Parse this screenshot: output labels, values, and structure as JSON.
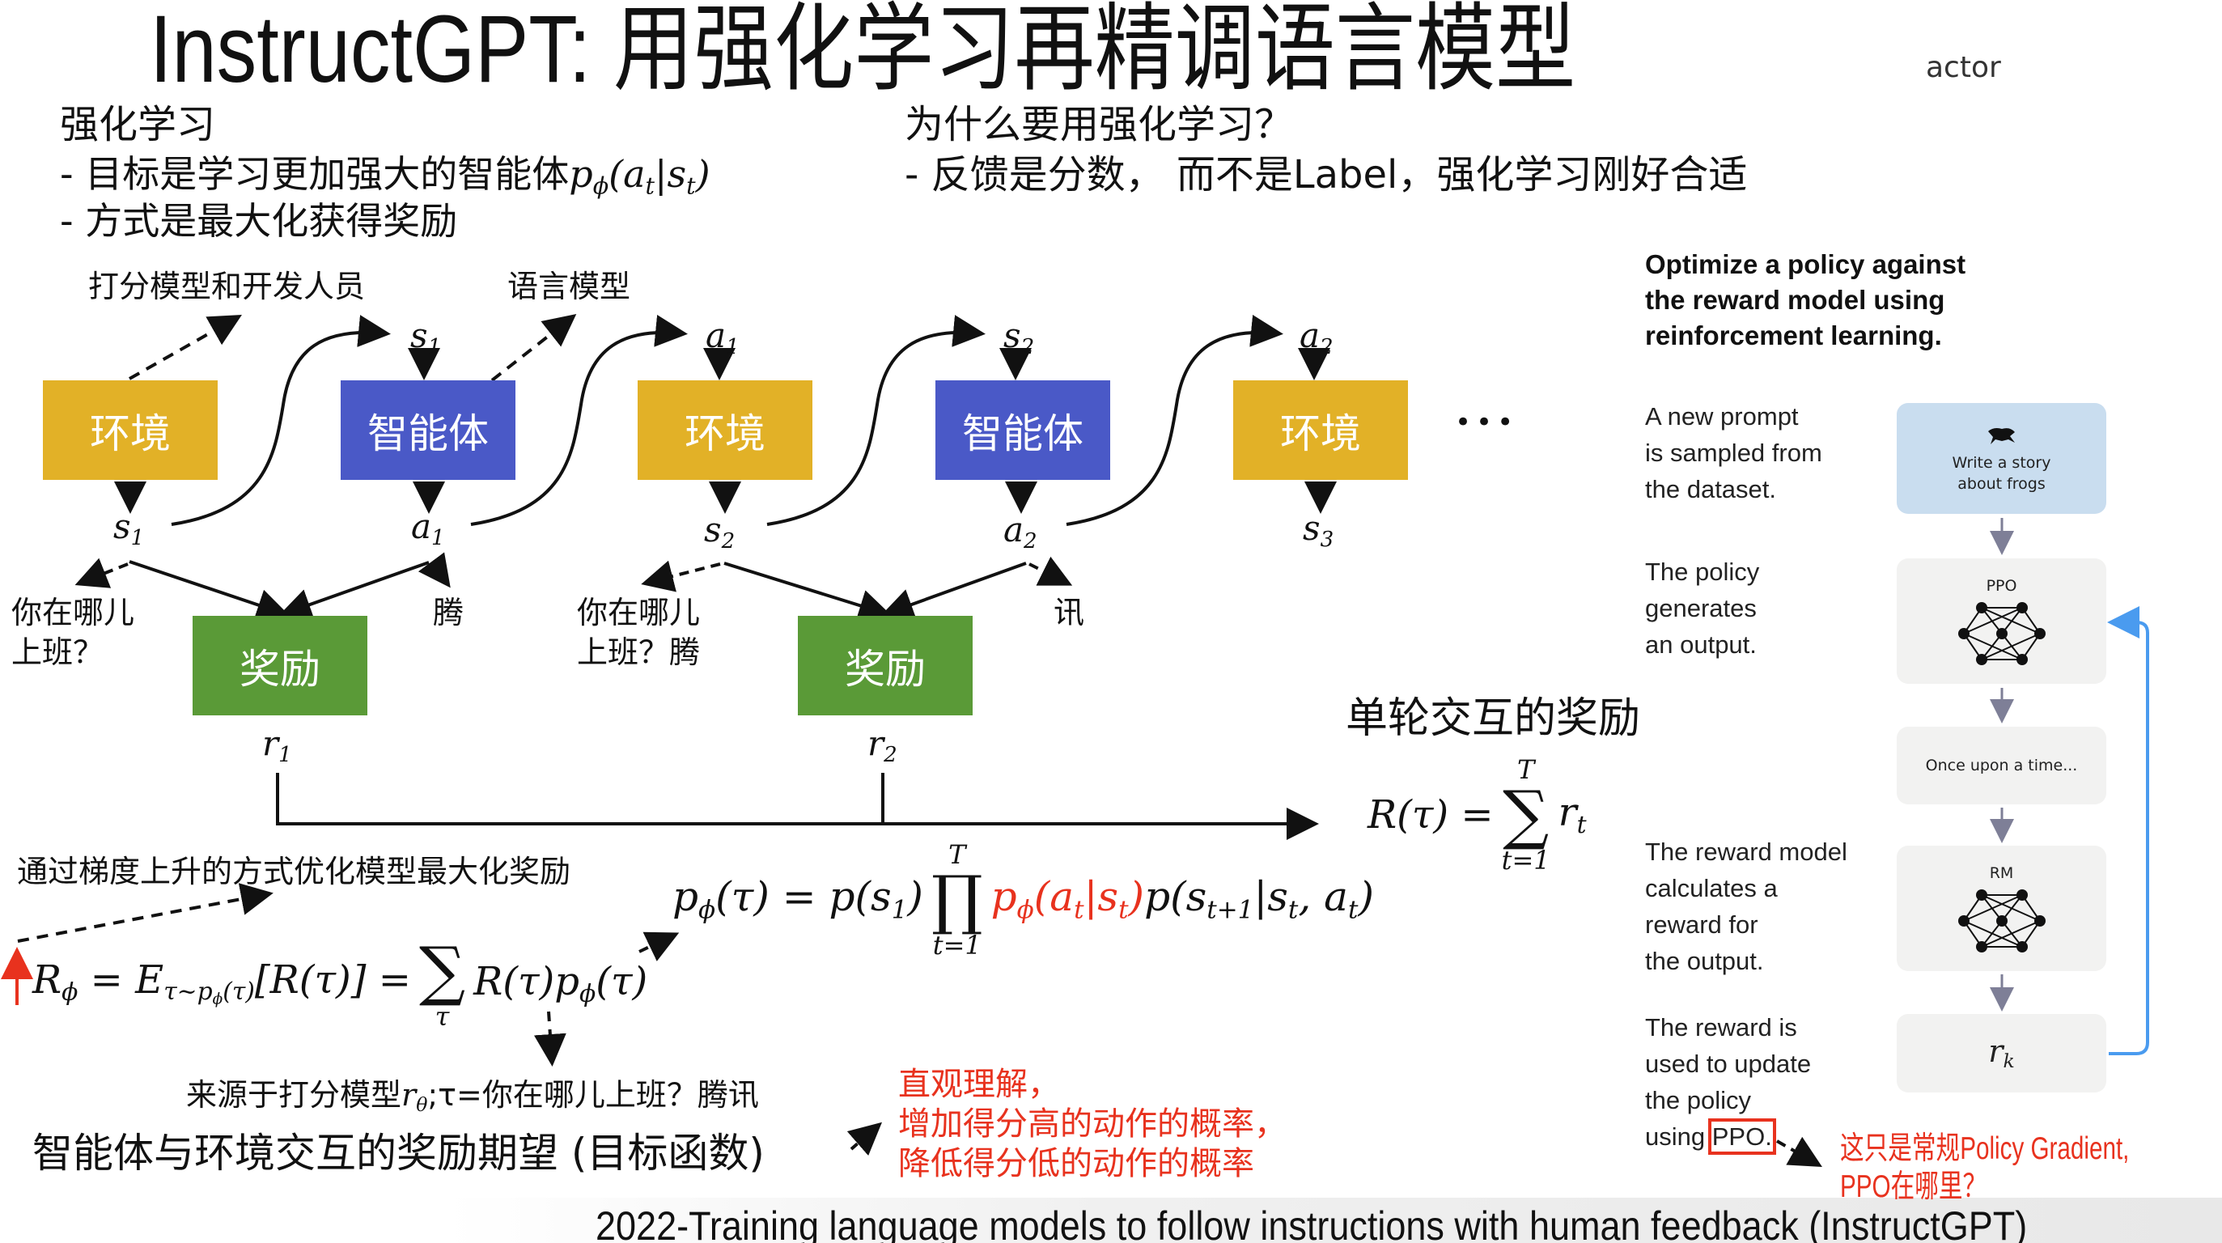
{
  "title": {
    "main": "InstructGPT: 用强化学习再精调语言模型",
    "corner": "actor"
  },
  "left_intro": {
    "heading": "强化学习",
    "bullet1_prefix": "-   目标是学习更加强大的智能体",
    "bullet1_math": {
      "p": "p",
      "sub": "ϕ",
      "open": "(",
      "a": "a",
      "a_sub": "t",
      "bar": "|",
      "s": "s",
      "s_sub": "t",
      "close": ")"
    },
    "bullet2": "-   方式是最大化获得奖励"
  },
  "right_intro": {
    "heading": "为什么要用强化学习？",
    "bullet": "- 反馈是分数， 而不是Label，强化学习刚好合适"
  },
  "diagram": {
    "annot_scorer": "打分模型和开发人员",
    "annot_lm": "语言模型",
    "boxes": [
      {
        "label": "环境",
        "kind": "env"
      },
      {
        "label": "智能体",
        "kind": "agent"
      },
      {
        "label": "环境",
        "kind": "env"
      },
      {
        "label": "智能体",
        "kind": "agent"
      },
      {
        "label": "环境",
        "kind": "env"
      }
    ],
    "top_labels": [
      {
        "v": "s",
        "sub": "1"
      },
      {
        "v": "a",
        "sub": "1"
      },
      {
        "v": "s",
        "sub": "2"
      },
      {
        "v": "a",
        "sub": "2"
      }
    ],
    "bottom_labels": [
      {
        "v": "s",
        "sub": "1"
      },
      {
        "v": "a",
        "sub": "1"
      },
      {
        "v": "s",
        "sub": "2"
      },
      {
        "v": "a",
        "sub": "2"
      },
      {
        "v": "s",
        "sub": "3"
      }
    ],
    "ellipsis": "•••",
    "rewards": [
      {
        "label": "奖励",
        "r": "r",
        "sub": "1"
      },
      {
        "label": "奖励",
        "r": "r",
        "sub": "2"
      }
    ],
    "examples": {
      "q1_line1": "你在哪儿",
      "q1_line2": "上班？",
      "w1": "腾",
      "q2_line1": "你在哪儿",
      "q2_line2": "上班？腾",
      "w2": "讯"
    },
    "single_round_label": "单轮交互的奖励",
    "return_formula": {
      "lhs": "R(τ) =",
      "sum_top": "T",
      "sum": "∑",
      "sum_bottom": "t=1",
      "r": "r",
      "r_sub": "t"
    }
  },
  "formulas": {
    "gradient_note": "通过梯度上升的方式优化模型最大化奖励",
    "traj_prob": {
      "p": "p",
      "p_sub": "ϕ",
      "lhs_rest": "(τ) = p(s",
      "s_sub": "1",
      "after_s1": ")",
      "prod": "∏",
      "prod_top": "T",
      "prod_bottom": "t=1",
      "red_p": "p",
      "red_sub": "ϕ",
      "red_open": "(a",
      "red_at": "t",
      "red_mid": "|s",
      "red_st": "t",
      "red_close": ")",
      "tail1": "p(s",
      "tail_sub1": "t+1",
      "tail2": "|s",
      "tail_sub2": "t",
      "tail3": ", a",
      "tail_sub3": "t",
      "tail4": ")"
    },
    "objective": {
      "R": "R",
      "R_sub": "ϕ",
      "eq1": " = E",
      "E_sub": "τ~p",
      "E_subsub": "ϕ",
      "E_sub_rest": "(τ)",
      "bracket": "[R(τ)] =",
      "sum": "∑",
      "sum_bottom": "τ",
      "rhs": "R(τ)p",
      "rhs_sub": "ϕ",
      "rhs_end": "(τ)"
    },
    "source_note_pre": "来源于打分模型",
    "source_note_r": "r",
    "source_note_sub": "θ",
    "source_note_post": ";τ=你在哪儿上班？腾讯",
    "objective_label": "智能体与环境交互的奖励期望 (目标函数)",
    "intuition": [
      "直观理解，",
      "增加得分高的动作的概率，",
      "降低得分低的动作的概率"
    ]
  },
  "right_panel": {
    "heading": [
      "Optimize a policy against",
      "the reward model using",
      "reinforcement learning."
    ],
    "step1": [
      "A new prompt",
      "is sampled from",
      "the dataset."
    ],
    "step2": [
      "The policy",
      "generates",
      "an output."
    ],
    "step3": [
      "The reward model",
      "calculates a",
      "reward for",
      "the output."
    ],
    "step4": [
      "The reward is",
      "used to update",
      "the policy"
    ],
    "step4_last_pre": "using",
    "step4_last_ppo": "PPO.",
    "cards": {
      "prompt": [
        "Write a story",
        "about frogs"
      ],
      "ppo": "PPO",
      "output": "Once upon a time...",
      "rm": "RM",
      "reward": "r",
      "reward_sub": "k"
    },
    "question": [
      "这只是常规Policy Gradient,",
      "PPO在哪里？"
    ]
  },
  "footer": "2022-Training language models to follow instructions with human feedback (InstructGPT)",
  "colors": {
    "env": "#E2B127",
    "agent": "#4A59C7",
    "reward": "#5A9A37",
    "red": "#E8321E",
    "loop": "#4A9BEF",
    "card": "#F2F2F1",
    "prompt_card": "#C9DDEF"
  }
}
